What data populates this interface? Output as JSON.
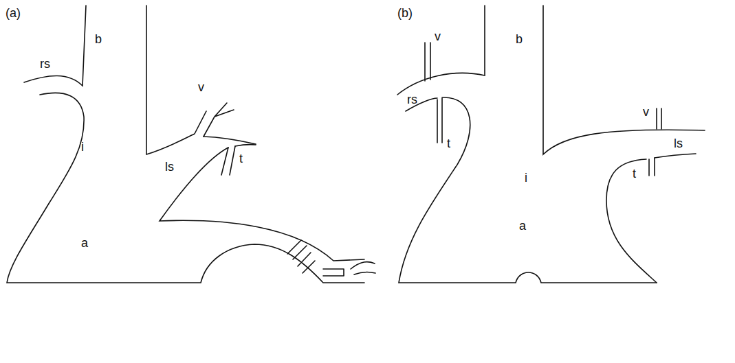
{
  "diagram": {
    "labels": [
      "(a)",
      "b",
      "rs",
      "v",
      "ls",
      "t",
      "i",
      "a",
      "(b)",
      "v",
      "b",
      "rs",
      "v",
      "ls",
      "t",
      "t",
      "i",
      "a"
    ]
  }
}
